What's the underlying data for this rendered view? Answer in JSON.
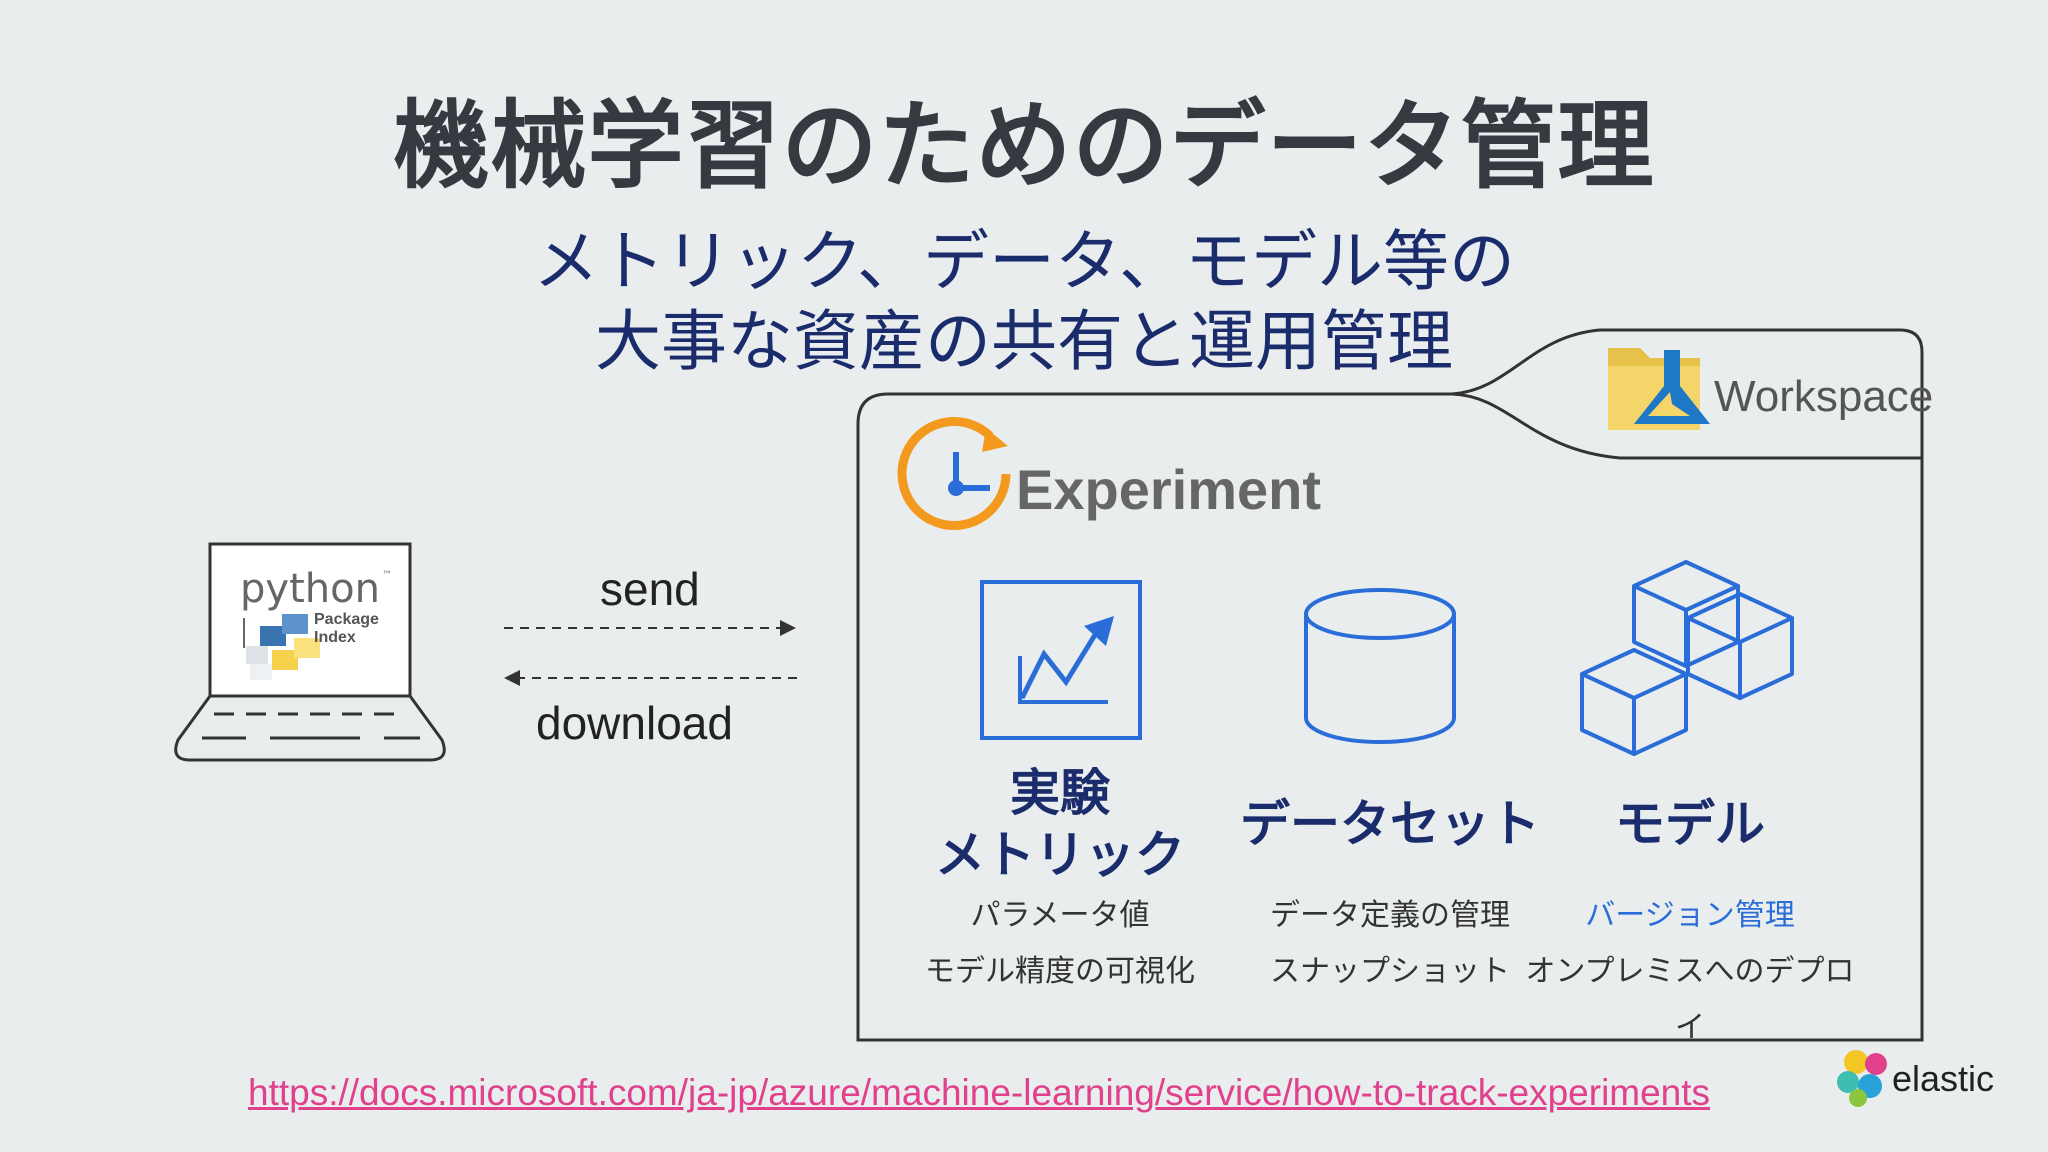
{
  "title": "機械学習のためのデータ管理",
  "subtitle": {
    "line1": "メトリック、データ、モデル等の",
    "line2": "大事な資産の共有と運用管理"
  },
  "client": {
    "logo_text": "python",
    "logo_tm": "™",
    "logo_sub1": "Package",
    "logo_sub2": "Index",
    "icon": "laptop-icon"
  },
  "arrows": {
    "send": "send",
    "download": "download"
  },
  "workspace": {
    "label": "Workspace",
    "icon": "workspace-folder-icon"
  },
  "experiment": {
    "label": "Experiment",
    "icon": "experiment-clock-icon"
  },
  "cards": {
    "metrics": {
      "title1": "実験",
      "title2": "メトリック",
      "desc1": "パラメータ値",
      "desc2": "モデル精度の可視化",
      "icon": "chart-icon"
    },
    "dataset": {
      "title": "データセット",
      "desc1": "データ定義の管理",
      "desc2": "スナップショット",
      "icon": "database-icon"
    },
    "model": {
      "title": "モデル",
      "desc1": "バージョン管理",
      "desc2": "オンプレミスへのデプロイ",
      "icon": "cubes-icon"
    }
  },
  "footer": {
    "link": "https://docs.microsoft.com/ja-jp/azure/machine-learning/service/how-to-track-experiments",
    "brand": "elastic"
  },
  "colors": {
    "background": "#e9edee",
    "title": "#343a40",
    "navy": "#1a2c6b",
    "accent_blue": "#2a6dd8",
    "orange": "#f39a1e",
    "link_pink": "#e0408c"
  }
}
